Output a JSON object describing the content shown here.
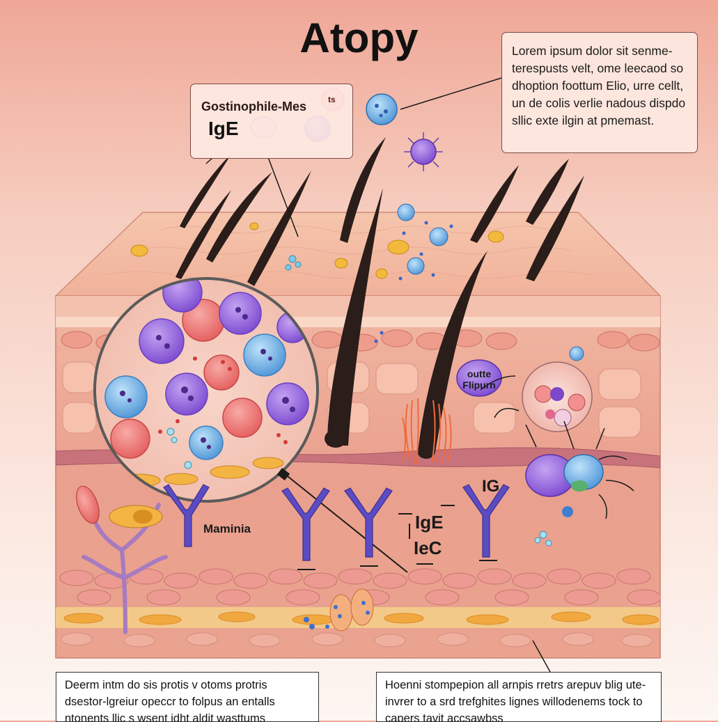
{
  "title": "Atopy",
  "callout_left": {
    "heading": "Gostinophile-Mes",
    "ige_label": "IgE",
    "badge": "ts"
  },
  "callout_right": {
    "text": "Lorem ipsum dolor sit senme-terespusts velt, ome leecaod so dhoption foottum Elio, urre cellt, un de colis verlie nadous dispdo sllic exte ilgin at pmemast."
  },
  "labels": {
    "cell_bubble": "outte Flipurn",
    "ig": "IG",
    "ige": "IgE",
    "iec": "IeC",
    "maminia": "Maminia"
  },
  "bottom_left": {
    "text": "Deerm intm do sis protis v otoms protris dsestor-lgreiur opeccr to folpus an entalls ntonents llic s wsent idht aldit wasttums"
  },
  "bottom_right": {
    "text": "Hoenni stompepion all arnpis rretrs arepuv blig ute-invrer to a srd trefghites lignes willodenems tock to capers tavit accsawbss"
  },
  "colors": {
    "skin_top": "#f3b9a3",
    "skin_deep": "#e88f84",
    "eosinophil": "#e35d5d",
    "basophil": "#8c5ad6",
    "lymphocyte": "#5ea9df",
    "antibody": "#5b4cc4",
    "hair": "#2a1d1a"
  },
  "icons": [
    "magnifier-lens-icon",
    "antibody-y-icon",
    "mast-cell-icon",
    "hair-follicle-icon",
    "allergen-particle-icon"
  ]
}
